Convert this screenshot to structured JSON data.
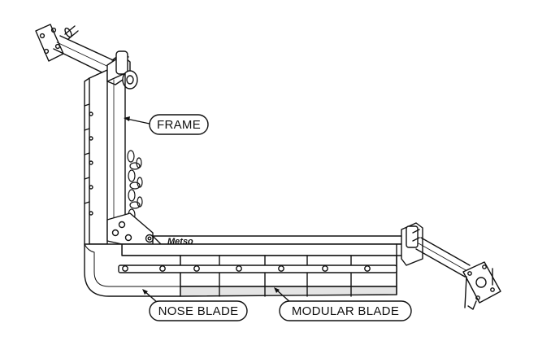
{
  "labels": {
    "frame": "FRAME",
    "nose_blade": "NOSE BLADE",
    "modular_blade": "MODULAR BLADE"
  },
  "brand": "Metso",
  "colors": {
    "line": "#111111",
    "fill": "#ffffff",
    "shade": "#e4e4e4"
  }
}
